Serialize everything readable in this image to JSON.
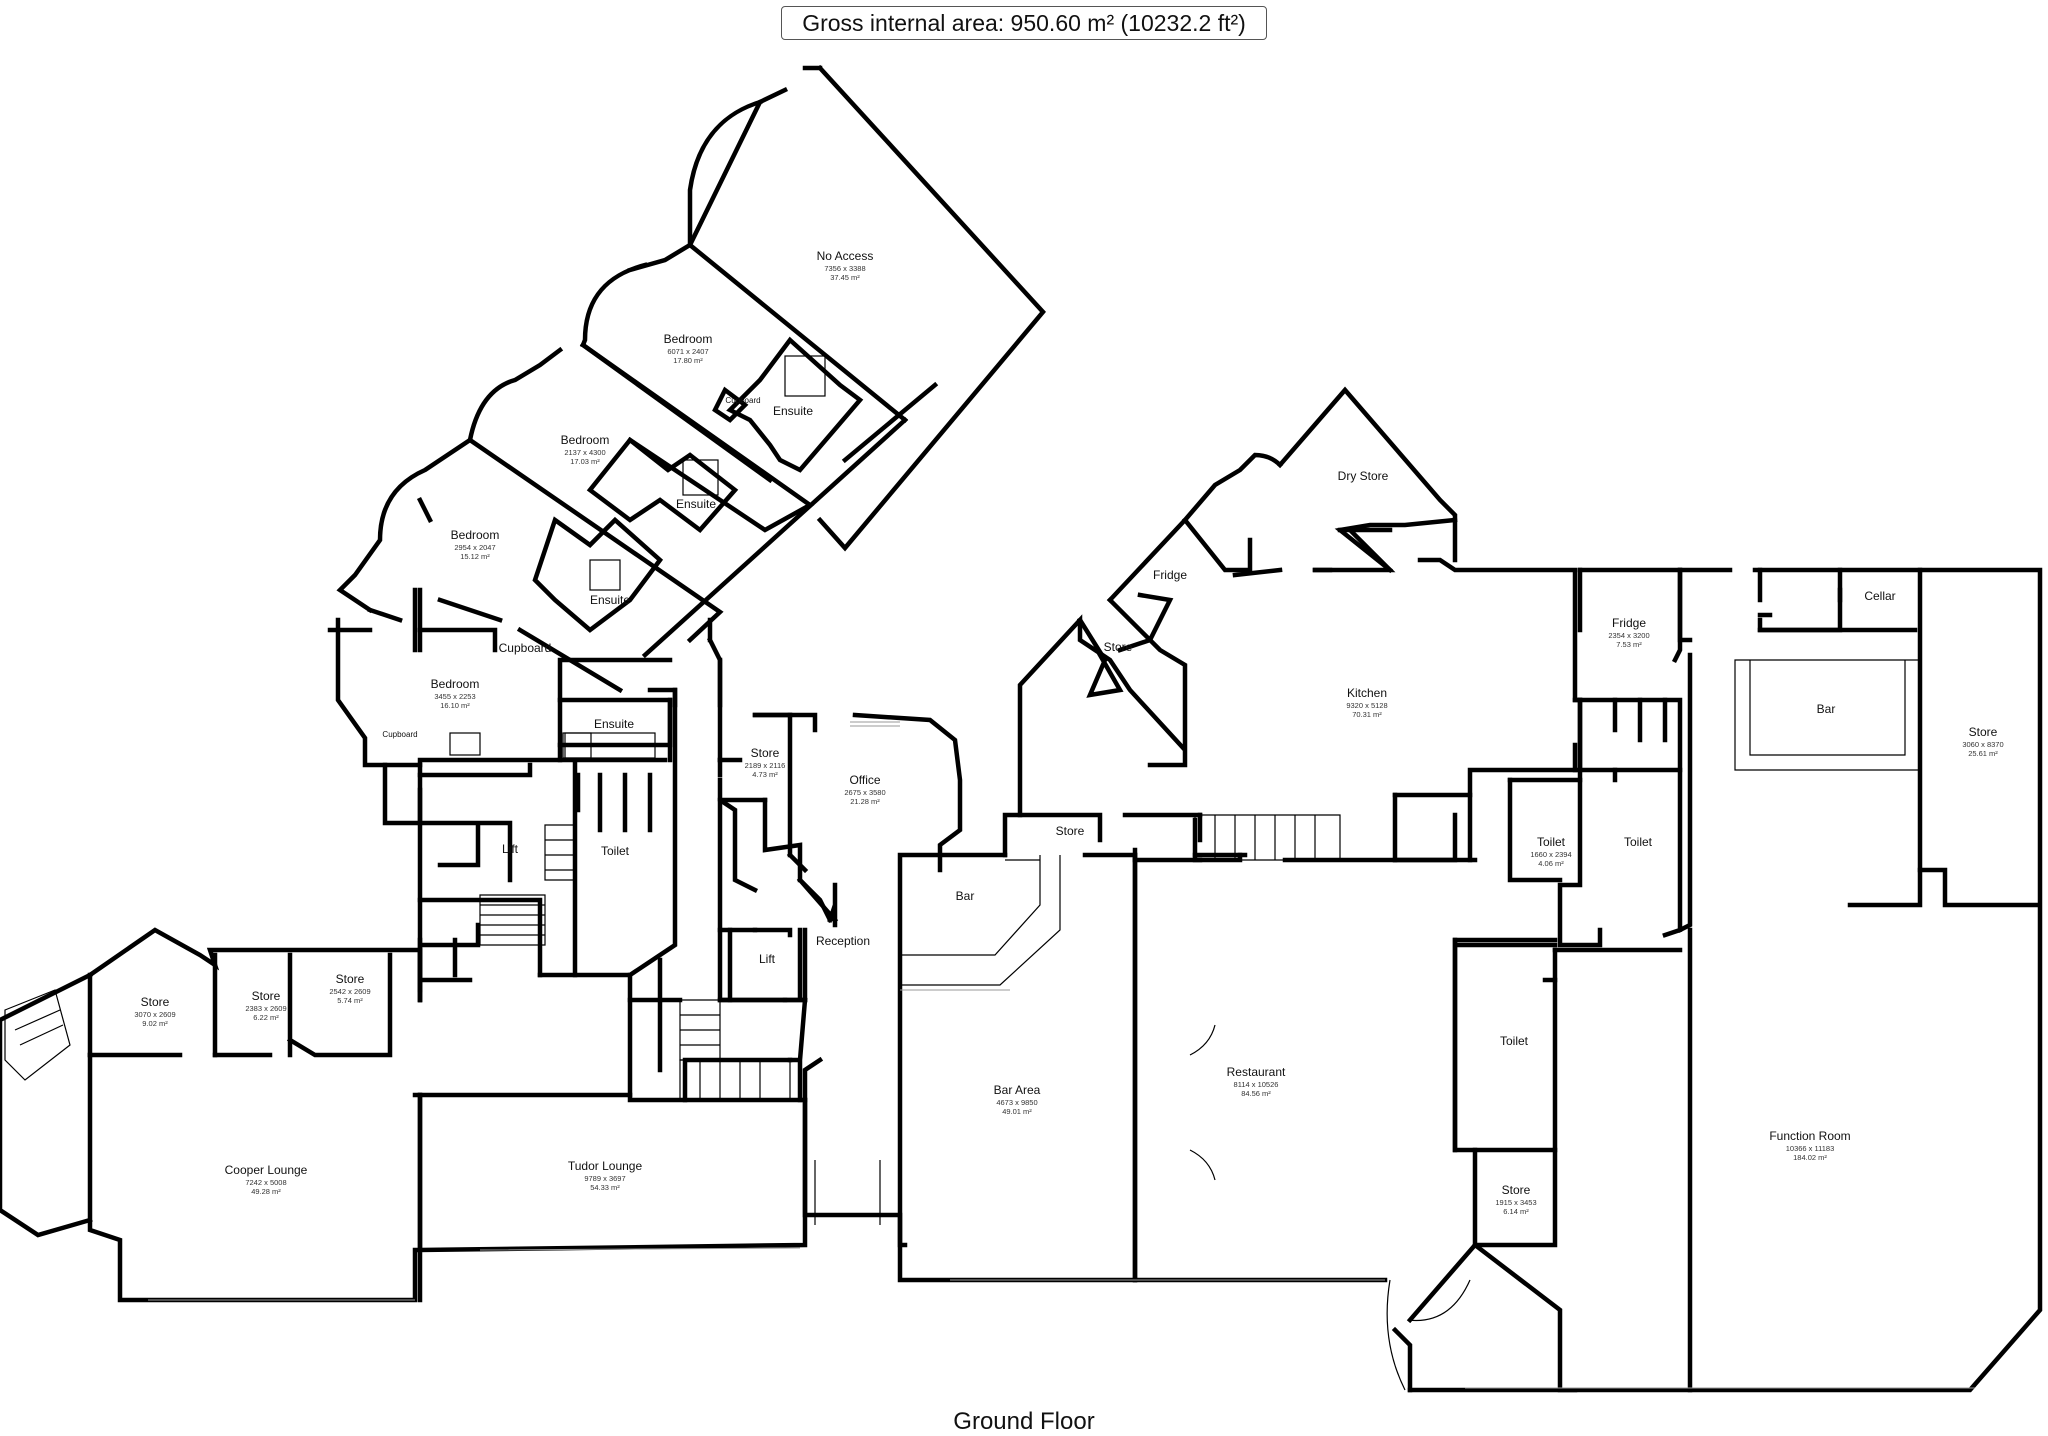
{
  "header": {
    "gross_area": "Gross internal area: 950.60 m² (10232.2 ft²)"
  },
  "footer": {
    "floor": "Ground Floor"
  },
  "rooms": {
    "no_access": {
      "name": "No Access",
      "dims": "7356 x 3388",
      "area": "37.45 m²"
    },
    "bedroom_1": {
      "name": "Bedroom",
      "dims": "6071 x 2407",
      "area": "17.80 m²"
    },
    "bedroom_2": {
      "name": "Bedroom",
      "dims": "2137 x 4300",
      "area": "17.03 m²"
    },
    "bedroom_3": {
      "name": "Bedroom",
      "dims": "2954 x 2047",
      "area": "15.12 m²"
    },
    "bedroom_4": {
      "name": "Bedroom",
      "dims": "3455 x 2253",
      "area": "16.10 m²"
    },
    "ensuite_1": {
      "name": "Ensuite"
    },
    "ensuite_2": {
      "name": "Ensuite"
    },
    "ensuite_3": {
      "name": "Ensuite"
    },
    "ensuite_4": {
      "name": "Ensuite"
    },
    "cupboard_1": {
      "name": "Cupboard"
    },
    "cupboard_2": {
      "name": "Cupboard"
    },
    "cupboard_3": {
      "name": "Cupboard"
    },
    "store_small": {
      "name": "Store",
      "dims": "2189 x 2116",
      "area": "4.73 m²"
    },
    "office": {
      "name": "Office",
      "dims": "2675 x 3580",
      "area": "21.28 m²"
    },
    "toilet_1": {
      "name": "Toilet"
    },
    "lift_1": {
      "name": "Lift"
    },
    "lift_2": {
      "name": "Lift"
    },
    "reception": {
      "name": "Reception"
    },
    "store_a": {
      "name": "Store",
      "dims": "3070 x 2609",
      "area": "9.02 m²"
    },
    "store_b": {
      "name": "Store",
      "dims": "2383 x 2609",
      "area": "6.22 m²"
    },
    "store_c": {
      "name": "Store",
      "dims": "2542 x 2609",
      "area": "5.74 m²"
    },
    "cooper_lounge": {
      "name": "Cooper Lounge",
      "dims": "7242 x 5008",
      "area": "49.28 m²"
    },
    "tudor_lounge": {
      "name": "Tudor Lounge",
      "dims": "9789 x 3697",
      "area": "54.33 m²"
    },
    "dry_store": {
      "name": "Dry Store"
    },
    "fridge_1": {
      "name": "Fridge"
    },
    "store_kitchen": {
      "name": "Store"
    },
    "kitchen": {
      "name": "Kitchen",
      "dims": "9320 x 5128",
      "area": "70.31 m²"
    },
    "fridge_2": {
      "name": "Fridge",
      "dims": "2354 x 3200",
      "area": "7.53 m²"
    },
    "cellar": {
      "name": "Cellar"
    },
    "bar_top": {
      "name": "Bar"
    },
    "store_big": {
      "name": "Store",
      "dims": "3060 x 8370",
      "area": "25.61 m²"
    },
    "store_bar": {
      "name": "Store"
    },
    "bar_small": {
      "name": "Bar"
    },
    "toilet_2": {
      "name": "Toilet",
      "dims": "1660 x 2394",
      "area": "4.06 m²"
    },
    "toilet_3": {
      "name": "Toilet"
    },
    "bar_area": {
      "name": "Bar Area",
      "dims": "4673 x 9850",
      "area": "49.01 m²"
    },
    "restaurant": {
      "name": "Restaurant",
      "dims": "8114 x 10526",
      "area": "84.56 m²"
    },
    "toilet_4": {
      "name": "Toilet"
    },
    "store_lower": {
      "name": "Store",
      "dims": "1915 x 3453",
      "area": "6.14 m²"
    },
    "function_room": {
      "name": "Function Room",
      "dims": "10366 x 11183",
      "area": "184.02 m²"
    }
  }
}
